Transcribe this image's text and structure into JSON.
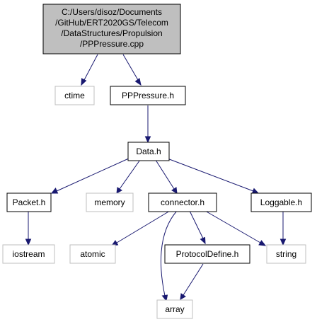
{
  "nodes": {
    "main": {
      "lines": [
        "C:/Users/disoz/Documents",
        "/GitHub/ERT2020GS/Telecom",
        "/DataStructures/Propulsion",
        "/PPPressure.cpp"
      ]
    },
    "ctime": {
      "label": "ctime"
    },
    "pppressure_h": {
      "label": "PPPressure.h"
    },
    "data_h": {
      "label": "Data.h"
    },
    "packet_h": {
      "label": "Packet.h"
    },
    "memory": {
      "label": "memory"
    },
    "connector_h": {
      "label": "connector.h"
    },
    "loggable_h": {
      "label": "Loggable.h"
    },
    "iostream": {
      "label": "iostream"
    },
    "atomic": {
      "label": "atomic"
    },
    "protocoldefine_h": {
      "label": "ProtocolDefine.h"
    },
    "string": {
      "label": "string"
    },
    "array": {
      "label": "array"
    }
  },
  "colors": {
    "main_fill": "#bfbfbf",
    "edge": "#191970",
    "system_border": "#bfbfbf",
    "header_border": "#000000"
  }
}
